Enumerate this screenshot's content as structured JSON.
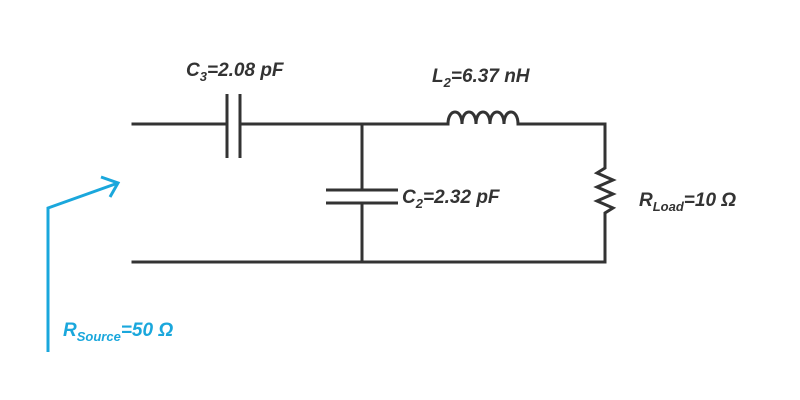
{
  "components": {
    "c3": {
      "sym": "C",
      "sub": "3",
      "val": "=2.08 pF"
    },
    "l2": {
      "sym": "L",
      "sub": "2",
      "val": "=6.37 nH"
    },
    "c2": {
      "sym": "C",
      "sub": "2",
      "val": "=2.32 pF"
    },
    "rload": {
      "sym": "R",
      "sub": "Load",
      "val": "=10 Ω"
    },
    "rsource": {
      "sym": "R",
      "sub": "Source",
      "val": "=50 Ω"
    }
  },
  "colors": {
    "wire": "#333333",
    "source": "#1aa7dc"
  }
}
